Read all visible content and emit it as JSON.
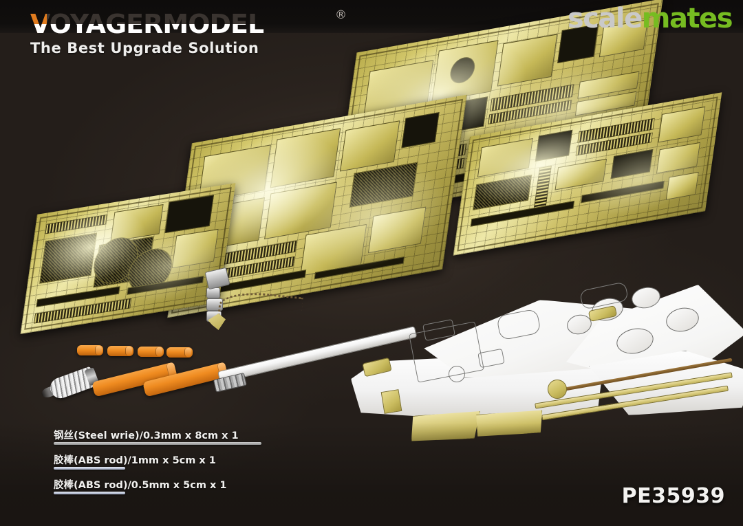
{
  "product": {
    "brand_logo": {
      "name_upper": "VOYAGER",
      "name_lower": "MODEL",
      "full_name": "VOYAGERMODEL",
      "registered_mark": "®",
      "tagline": "The Best Upgrade Solution",
      "color_orange": "#e07b1e",
      "color_white": "#ffffff",
      "color_dark": "#3a3430"
    },
    "watermark": {
      "part_a": "scale",
      "part_b": "mates",
      "color_a": "#c9c9c9",
      "color_b": "#76bc21"
    },
    "code": "PE35939",
    "background_color": "#241e1a"
  },
  "contents": {
    "items": [
      {
        "id": "steel-wire",
        "label": "钢丝(Steel wrie)/0.3mm x 8cm x 1",
        "rule_color": "#cfcfcf",
        "rule_width": 302
      },
      {
        "id": "abs-rod-1mm",
        "label": "胶棒(ABS rod)/1mm x 5cm x 1",
        "rule_color": "#e7ecf6",
        "rule_width": 104
      },
      {
        "id": "abs-rod-05mm",
        "label": "胶棒(ABS rod)/0.5mm x 5cm x 1",
        "rule_color": "#e7ecf6",
        "rule_width": 104
      }
    ]
  },
  "photoetch": {
    "frets": [
      {
        "id": "fret-left",
        "name": "small-detail-fret",
        "description": "engine grille and mesh screen fret"
      },
      {
        "id": "fret-center",
        "name": "main-armour-fret",
        "description": "large panel and fender fret"
      },
      {
        "id": "fret-topright",
        "name": "upper-hull-fret",
        "description": "upper hull and deck detail fret"
      },
      {
        "id": "fret-right",
        "name": "secondary-fret",
        "description": "tool rack and bracket fret"
      }
    ],
    "brass_color": "#cfc26a"
  },
  "plastic_parts": {
    "rods": [
      {
        "id": "rod-a",
        "name": "abs-rod-long-1mm"
      },
      {
        "id": "rod-b",
        "name": "abs-rod-long-05mm"
      }
    ],
    "stubs": [
      {
        "id": "stub-1",
        "name": "abs-rod-stub"
      },
      {
        "id": "stub-2",
        "name": "abs-rod-stub"
      },
      {
        "id": "stub-3",
        "name": "abs-rod-stub"
      },
      {
        "id": "stub-4",
        "name": "abs-rod-stub"
      }
    ],
    "wire": {
      "id": "steel-wire-coil",
      "name": "steel-wire-coil"
    },
    "rod_color": "#ef8b20"
  },
  "model": {
    "name": "jagdtiger-tank-destroyer",
    "finish": "white primer build-up",
    "features": [
      "gun-barrel",
      "muzzle-brake",
      "tow-cable",
      "engine-deck",
      "side-skirts",
      "tool-rack"
    ]
  }
}
